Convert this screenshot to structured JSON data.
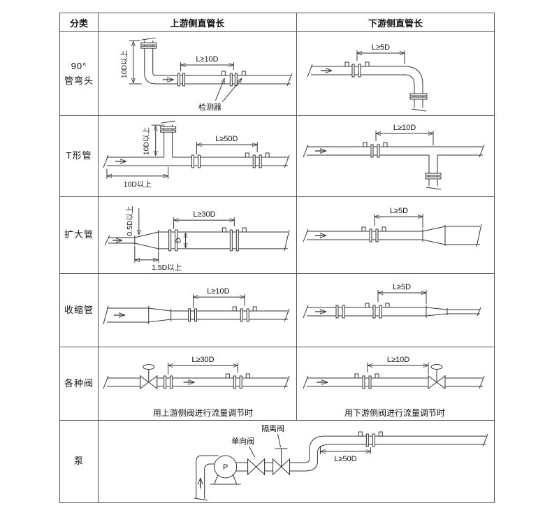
{
  "header": {
    "col_category": "分类",
    "col_upstream": "上游侧直管长",
    "col_downstream": "下游侧直管长"
  },
  "rows": {
    "elbow": {
      "category": "90°\n管弯头",
      "up_dim": "L≥10D",
      "up_vdim": "10D以上",
      "detector_label": "检测器",
      "down_dim": "L≥5D"
    },
    "tee": {
      "category": "T形管",
      "up_dim": "L≥50D",
      "up_vdim": "10D以上",
      "up_hdim": "10D以上",
      "down_dim": "L≥10D"
    },
    "expander": {
      "category": "扩大管",
      "up_dim": "L≥30D",
      "up_vdim": "0.5D以上",
      "up_cone": "1.5D以上",
      "up_d": "D",
      "down_dim": "L≥5D"
    },
    "reducer": {
      "category": "收缩管",
      "up_dim": "L≥10D",
      "down_dim": "L≥5D"
    },
    "valves": {
      "category": "各种阀",
      "up_dim": "L≥30D",
      "up_caption": "用上游侧阀进行流量调节时",
      "down_dim": "L≥10D",
      "down_caption": "用下游侧阀进行流量调节时"
    },
    "pump": {
      "category": "泵",
      "valve_iso": "隔离阀",
      "valve_check": "单向阀",
      "pump_label": "P",
      "dim": "L≥50D"
    }
  },
  "icons": {
    "flow-arrow": "→",
    "detector-sensor": "small rectangles on pipe",
    "valve-handwheel": "○",
    "pump": "circle with P"
  },
  "colors": {
    "line": "#333333",
    "grid_border": "#555555",
    "text": "#111111",
    "background": "#ffffff"
  }
}
